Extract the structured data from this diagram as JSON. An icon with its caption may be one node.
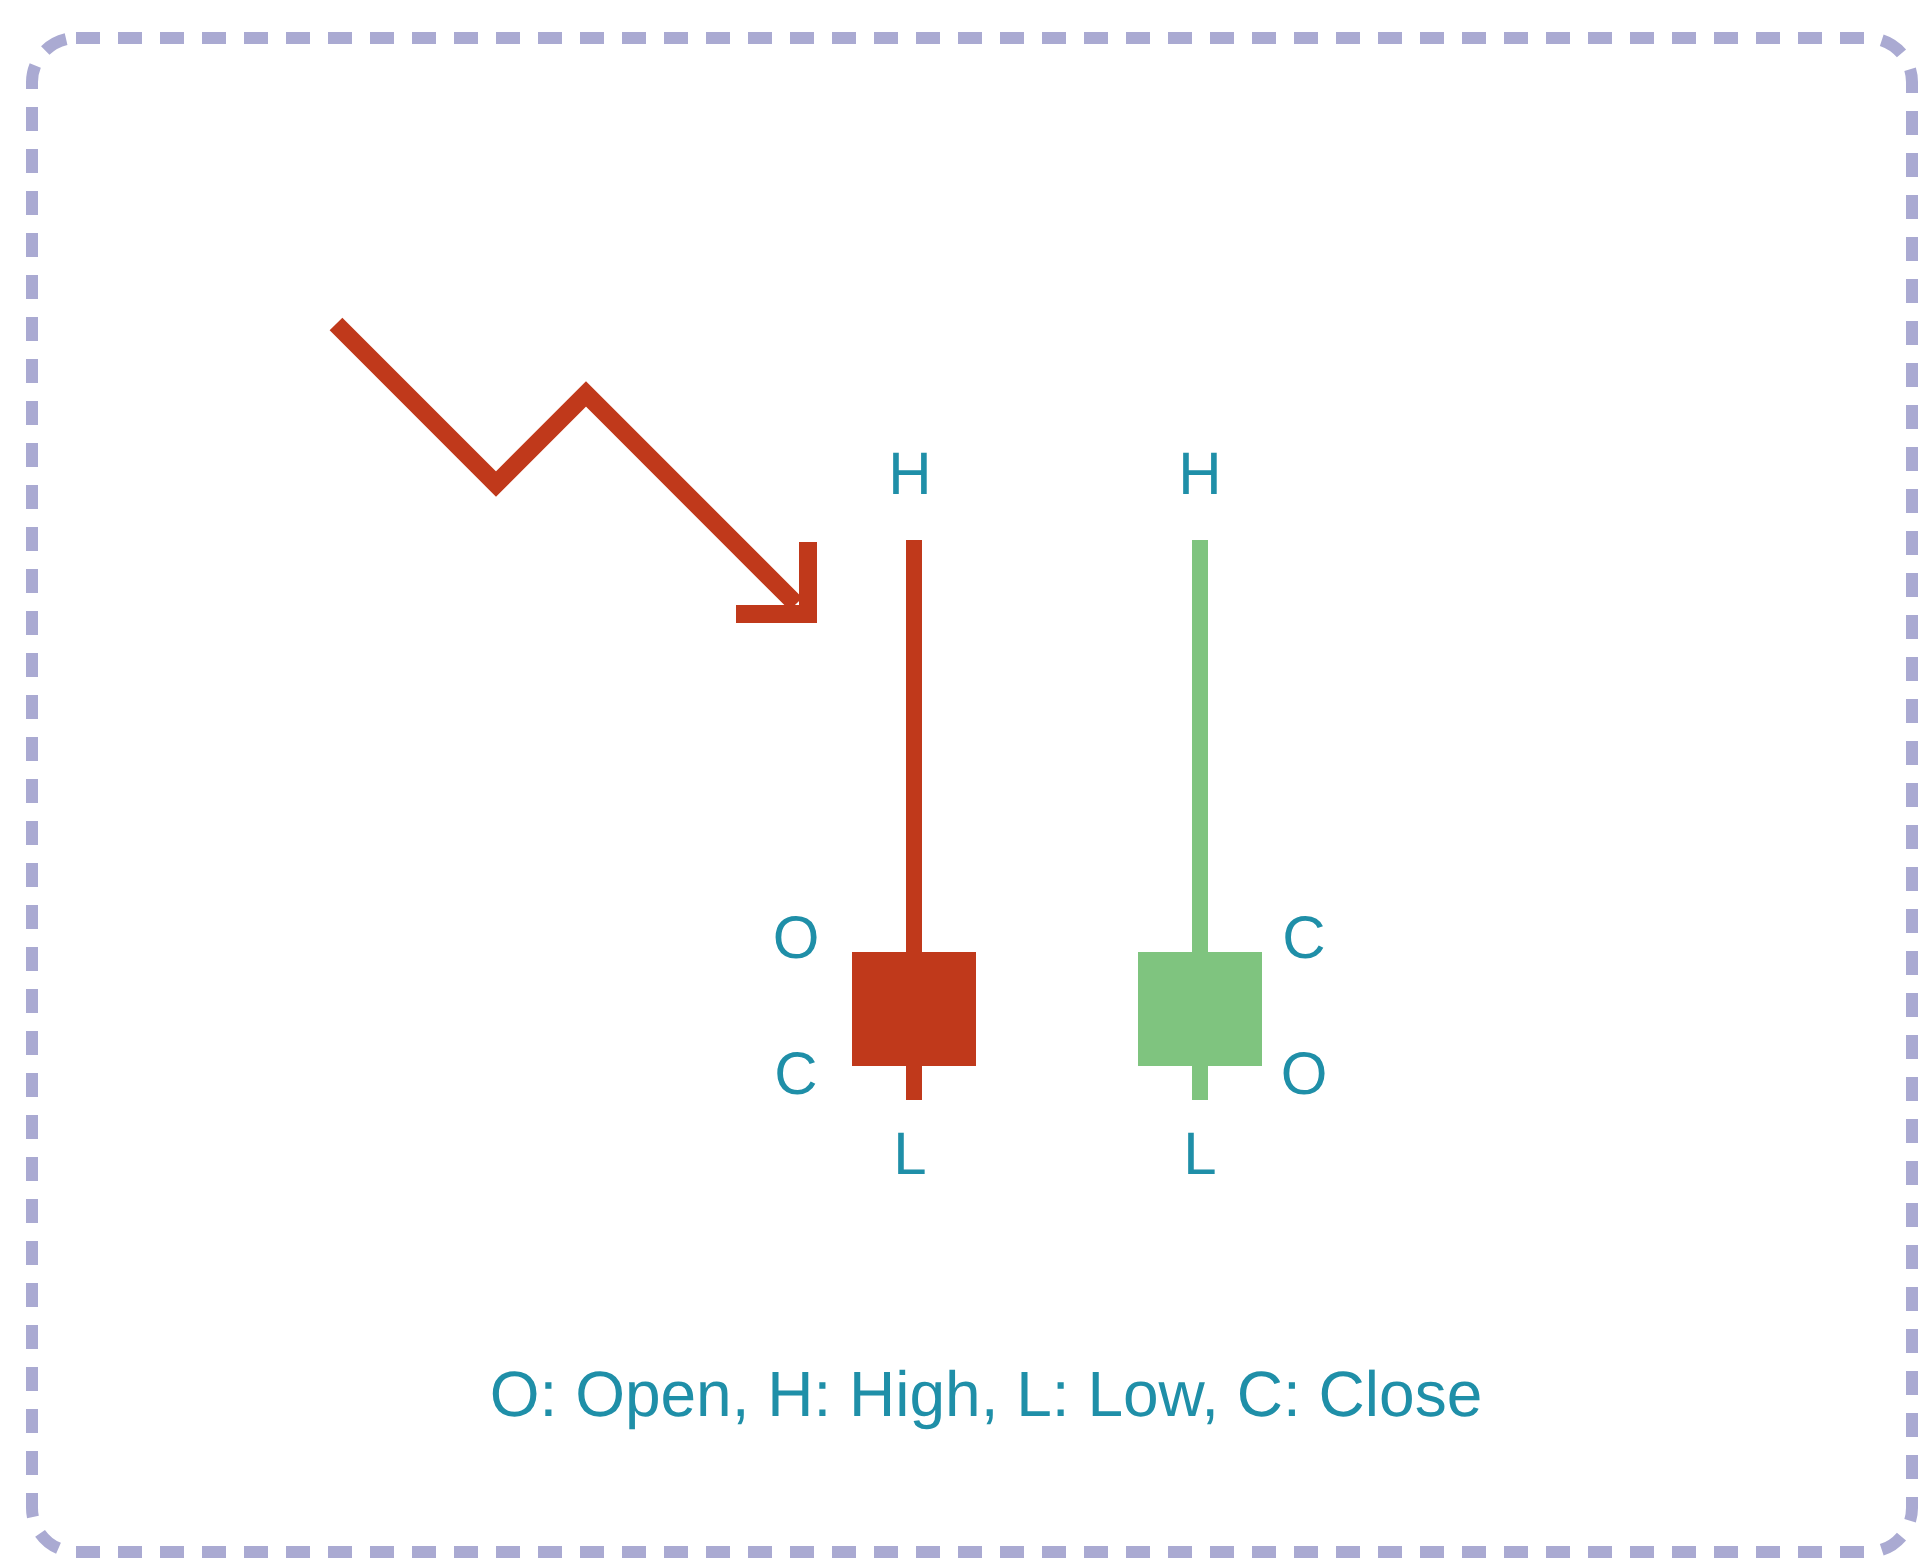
{
  "diagram": {
    "caption": "O: Open, H: High, L: Low, C: Close",
    "labels": [
      "H",
      "H",
      "O",
      "C",
      "C",
      "O",
      "L",
      "L"
    ]
  }
}
